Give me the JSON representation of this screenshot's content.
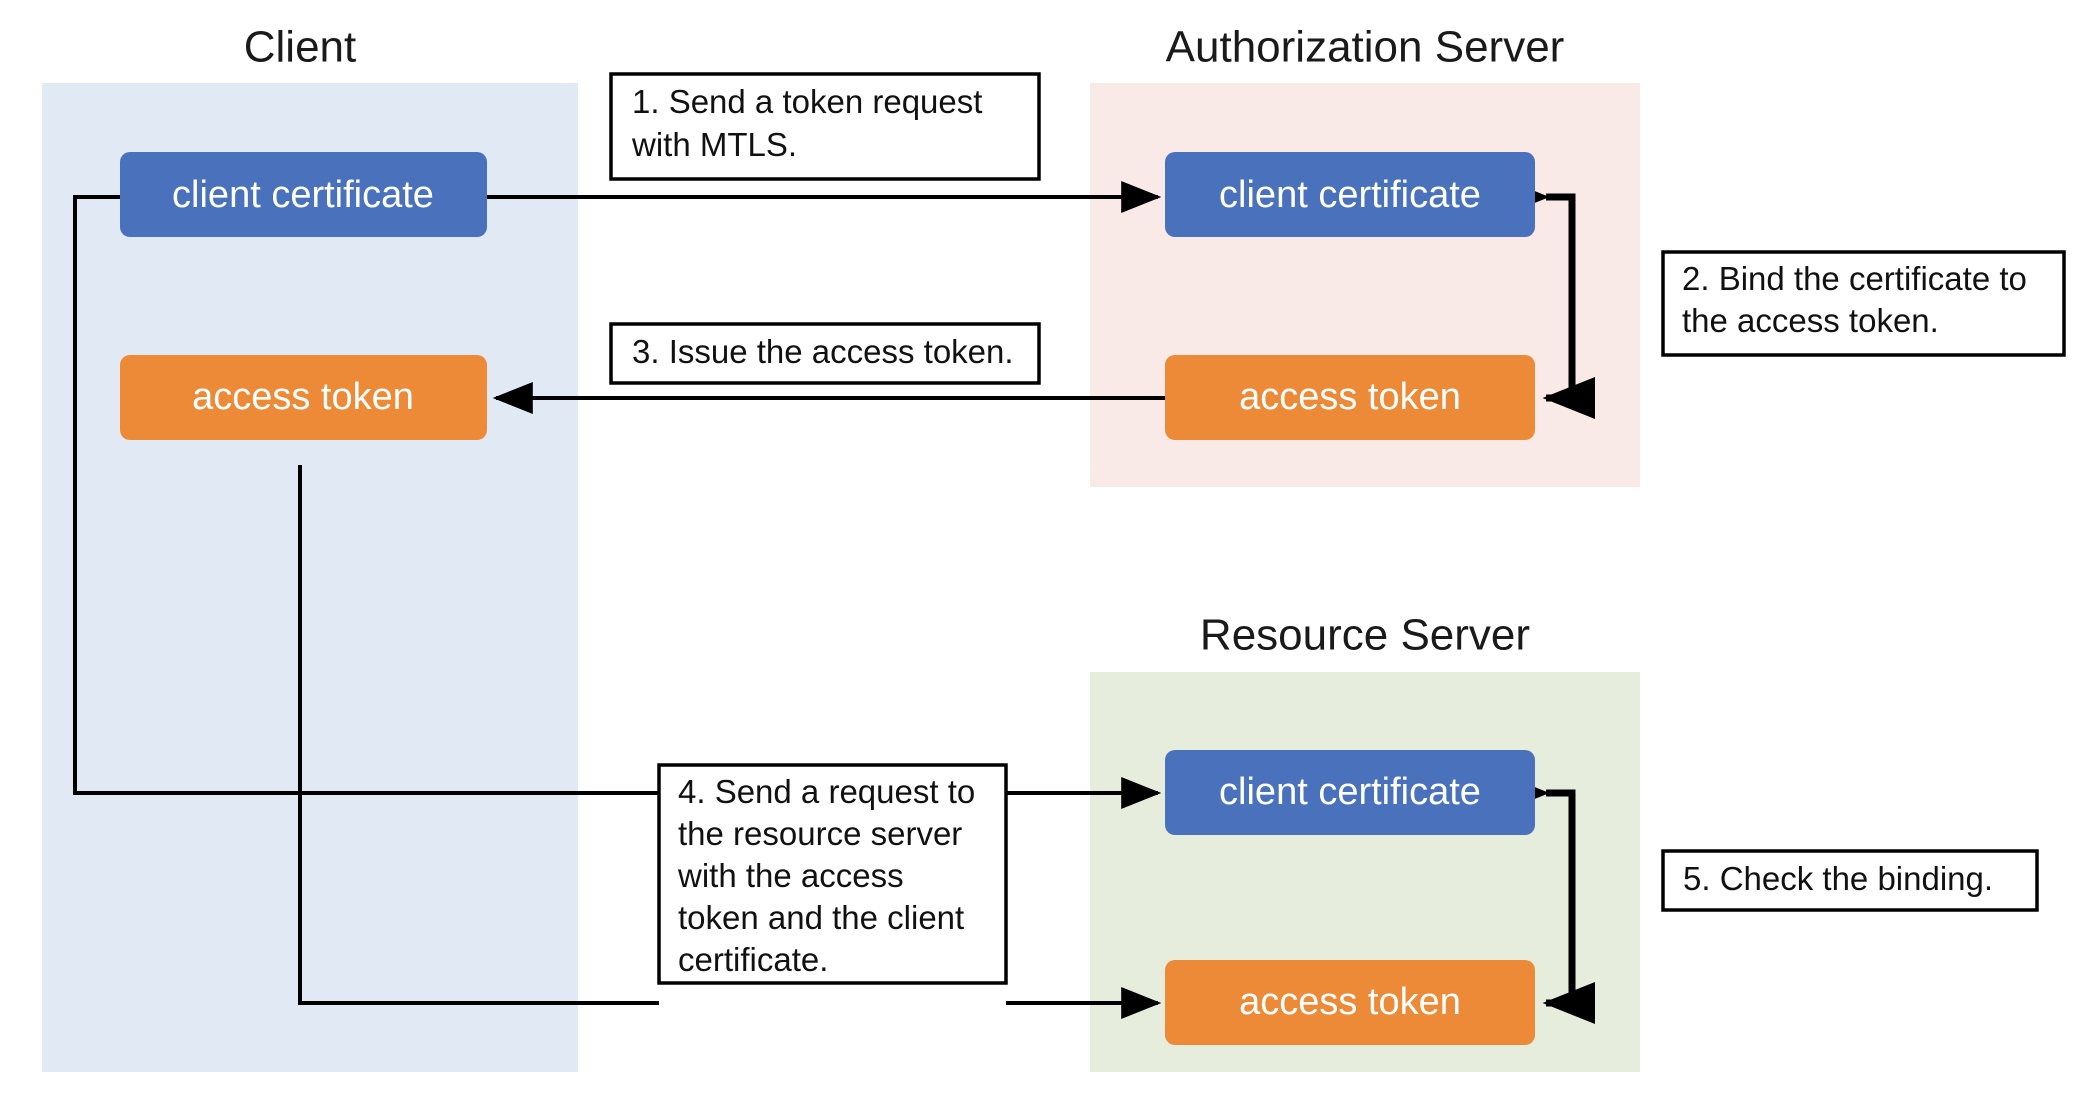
{
  "diagram": {
    "title_hidden": "",
    "colors": {
      "client_panel": "#E1EAF4",
      "auth_panel": "#F9EAE8",
      "resource_panel": "#E6EDDC",
      "certificate_box": "#4A72BC",
      "token_box": "#ED8A38",
      "connector": "#000000",
      "note_border": "#000000",
      "note_fill": "#FFFFFF",
      "text_dark": "#1A1A1A",
      "text_light": "#FFFFFF"
    },
    "panels": [
      {
        "id": "client",
        "title": "Client"
      },
      {
        "id": "authorization_server",
        "title": "Authorization Server"
      },
      {
        "id": "resource_server",
        "title": "Resource Server"
      }
    ],
    "nodes": {
      "client_certificate": "client certificate",
      "access_token": "access token"
    },
    "client_nodes": [
      {
        "id": "client-client-certificate",
        "label": "client certificate",
        "kind": "certificate"
      },
      {
        "id": "client-access-token",
        "label": "access token",
        "kind": "token"
      }
    ],
    "auth_nodes": [
      {
        "id": "auth-client-certificate",
        "label": "client certificate",
        "kind": "certificate"
      },
      {
        "id": "auth-access-token",
        "label": "access token",
        "kind": "token"
      }
    ],
    "resource_nodes": [
      {
        "id": "resource-client-certificate",
        "label": "client certificate",
        "kind": "certificate"
      },
      {
        "id": "resource-access-token",
        "label": "access token",
        "kind": "token"
      }
    ],
    "notes": [
      {
        "id": "note-1",
        "number": "1.",
        "lines": [
          "1. Send a token request",
          "with MTLS."
        ],
        "line1": "1. Send a token request",
        "line2": "with MTLS."
      },
      {
        "id": "note-2",
        "number": "2.",
        "lines": [
          "2. Bind the certificate to",
          "the access token."
        ],
        "line1": "2. Bind the certificate to",
        "line2": "the access token."
      },
      {
        "id": "note-3",
        "number": "3.",
        "lines": [
          "3. Issue the access token."
        ],
        "line1": "3. Issue the access token."
      },
      {
        "id": "note-4",
        "number": "4.",
        "lines": [
          "4. Send a request to",
          "the resource server",
          "with the access",
          "token and the client",
          "certificate."
        ],
        "line1": "4. Send a request to",
        "line2": "the resource server",
        "line3": "with the access",
        "line4": "token and the client",
        "line5": "certificate."
      },
      {
        "id": "note-5",
        "number": "5.",
        "lines": [
          "5. Check the binding."
        ],
        "line1": "5. Check the binding."
      }
    ],
    "flows": [
      {
        "id": "flow-1",
        "from": "client-client-certificate",
        "to": "auth-client-certificate",
        "note": "note-1"
      },
      {
        "id": "flow-2",
        "from": "auth-client-certificate",
        "to": "auth-access-token",
        "note": "note-2"
      },
      {
        "id": "flow-3",
        "from": "auth-access-token",
        "to": "client-access-token",
        "note": "note-3"
      },
      {
        "id": "flow-4",
        "from": "client-client-certificate",
        "to": "resource-client-certificate",
        "note": "note-4"
      },
      {
        "id": "flow-4b",
        "from": "client-access-token",
        "to": "resource-access-token",
        "note": "note-4"
      },
      {
        "id": "flow-5",
        "from": "resource-client-certificate",
        "to": "resource-access-token",
        "note": "note-5"
      }
    ]
  }
}
